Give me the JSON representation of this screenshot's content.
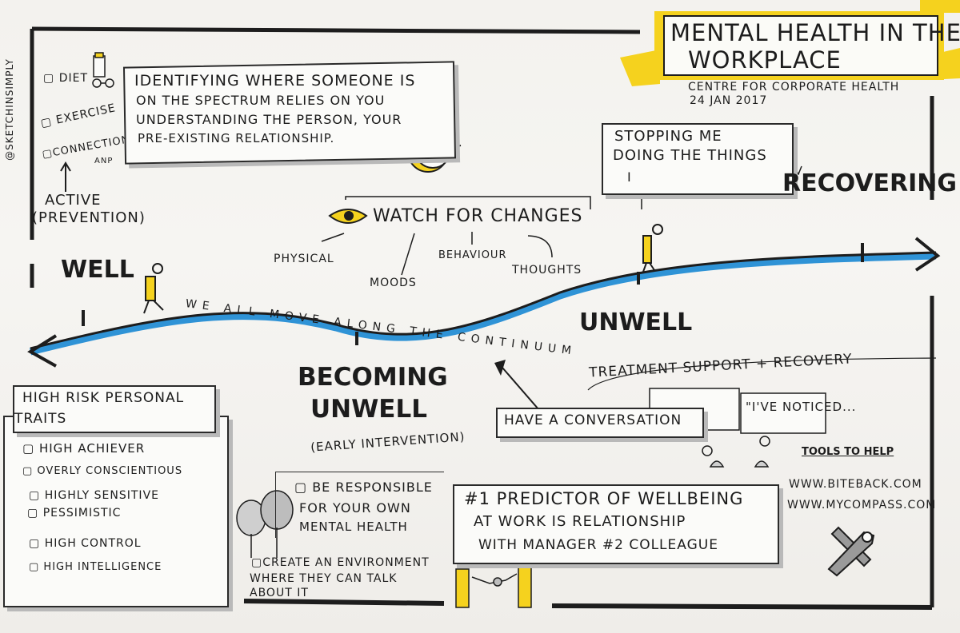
{
  "title": {
    "line1": "MENTAL HEALTH IN THE",
    "line2": "WORKPLACE"
  },
  "subtitle": {
    "org": "CENTRE FOR CORPORATE HEALTH",
    "date": "24 JAN 2017"
  },
  "handle": "@SKETCHINSIMPLY",
  "checklist": {
    "diet": "DIET",
    "exercise": "EXERCISE",
    "connections": "CONNECTIONS",
    "connections_tail": "ANP"
  },
  "active": {
    "line1": "ACTIVE",
    "line2": "(PREVENTION)"
  },
  "identify_box": {
    "line1": "IDENTIFYING WHERE SOMEONE IS",
    "line2": "ON THE SPECTRUM RELIES ON YOU",
    "line3": "UNDERSTANDING THE PERSON, YOUR",
    "line4": "PRE-EXISTING RELATIONSHIP."
  },
  "stopping": {
    "line1": "STOPPING ME",
    "line2": "DOING THE THINGS",
    "line3": "I"
  },
  "recovering": "RECOVERING",
  "watch": {
    "title": "WATCH FOR CHANGES",
    "physical": "PHYSICAL",
    "moods": "MOODS",
    "behaviour": "BEHAVIOUR",
    "thoughts": "THOUGHTS"
  },
  "well": "WELL",
  "continuum": "WE ALL MOVE ALONG THE CONTINUUM",
  "unwell": "UNWELL",
  "becoming": {
    "line1": "BECOMING",
    "line2": "UNWELL",
    "early": "(EARLY INTERVENTION)"
  },
  "treatment": "TREATMENT SUPPORT + RECOVERY",
  "conversation": "HAVE A CONVERSATION",
  "noticed": "\"I'VE NOTICED...",
  "tools": {
    "title": "TOOLS TO HELP",
    "url1": "WWW.BITEBACK.COM",
    "url2": "WWW.MYCOMPASS.COM"
  },
  "risk": {
    "title_line1": "HIGH RISK PERSONAL",
    "title_line2": "TRAITS",
    "items": [
      "HIGH ACHIEVER",
      "OVERLY CONSCIENTIOUS",
      "HIGHLY SENSITIVE",
      "PESSIMISTIC",
      "HIGH CONTROL",
      "HIGH INTELLIGENCE"
    ]
  },
  "responsible": {
    "line1": "BE RESPONSIBLE",
    "line2": "FOR YOUR OWN",
    "line3": "MENTAL HEALTH"
  },
  "environment": {
    "line1": "CREATE AN ENVIRONMENT",
    "line2": "WHERE THEY CAN TALK",
    "line3": "ABOUT IT"
  },
  "predictor": {
    "line1": "#1 PREDICTOR OF WELLBEING",
    "line2": "AT WORK IS RELATIONSHIP",
    "line3": "WITH MANAGER #2 COLLEAGUE"
  },
  "colors": {
    "yellow": "#f5d21e",
    "blue": "#2f93d6",
    "ink": "#1c1c1c",
    "paper": "#f6f5f2"
  }
}
